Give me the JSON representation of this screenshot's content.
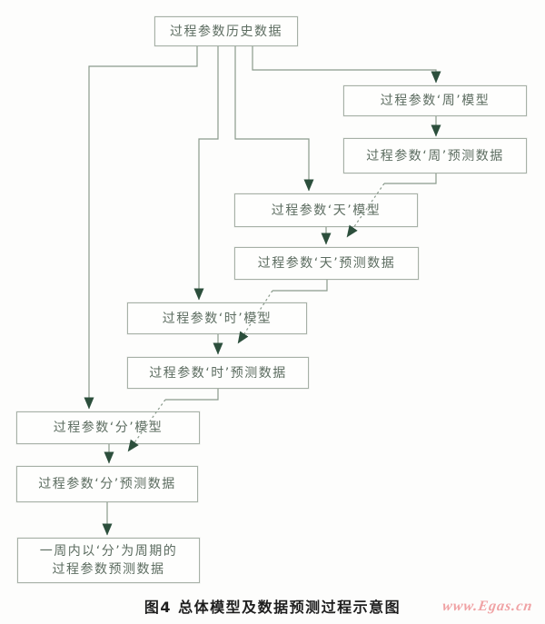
{
  "diagram": {
    "nodes": {
      "history": {
        "label": "过程参数历史数据"
      },
      "week_model": {
        "label": "过程参数‘周’模型"
      },
      "week_data": {
        "label": "过程参数‘周’预测数据"
      },
      "day_model": {
        "label": "过程参数‘天’模型"
      },
      "day_data": {
        "label": "过程参数‘天’预测数据"
      },
      "hour_model": {
        "label": "过程参数‘时’模型"
      },
      "hour_data": {
        "label": "过程参数‘时’预测数据"
      },
      "minute_model": {
        "label": "过程参数‘分’模型"
      },
      "minute_data": {
        "label": "过程参数‘分’预测数据"
      },
      "final": {
        "line1": "一周内以‘分’为周期的",
        "line2": "过程参数预测数据"
      }
    },
    "caption": "图4  总体模型及数据预测过程示意图",
    "watermark": "www.Egas.cn",
    "colors": {
      "bg": "#fdfdfc",
      "line": "#8a9a8c",
      "arrow": "#2c4f3c",
      "border": "#a6b0a6",
      "nodetext": "#5c6c60",
      "captiontext": "#1e1e1e",
      "watermarkcolor": "#f0a2a4"
    }
  }
}
